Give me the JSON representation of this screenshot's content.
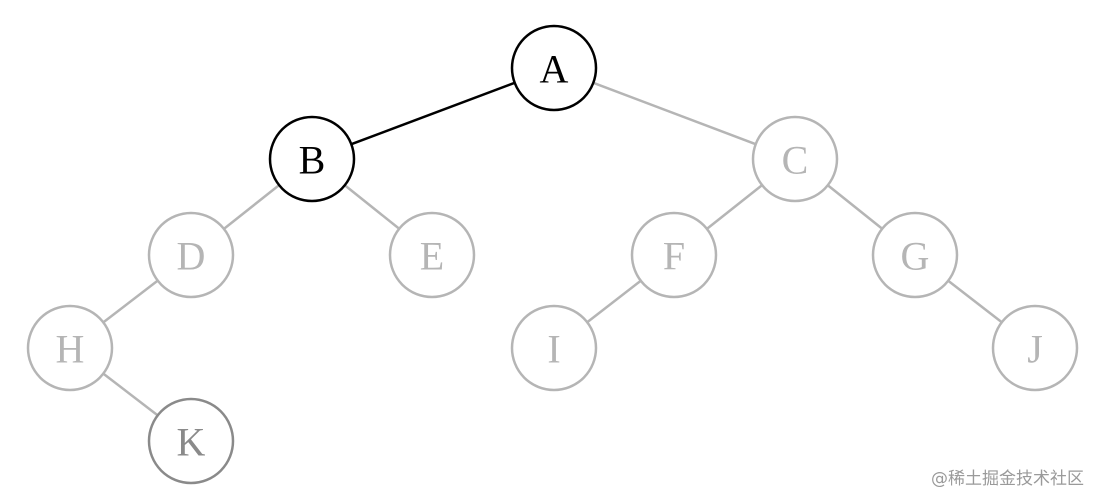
{
  "tree": {
    "nodes": [
      {
        "id": "A",
        "label": "A",
        "state": "active"
      },
      {
        "id": "B",
        "label": "B",
        "state": "active"
      },
      {
        "id": "C",
        "label": "C",
        "state": "dim"
      },
      {
        "id": "D",
        "label": "D",
        "state": "dim"
      },
      {
        "id": "E",
        "label": "E",
        "state": "dim"
      },
      {
        "id": "F",
        "label": "F",
        "state": "dim"
      },
      {
        "id": "G",
        "label": "G",
        "state": "dim"
      },
      {
        "id": "H",
        "label": "H",
        "state": "dim"
      },
      {
        "id": "I",
        "label": "I",
        "state": "dim"
      },
      {
        "id": "J",
        "label": "J",
        "state": "dim"
      },
      {
        "id": "K",
        "label": "K",
        "state": "mid"
      }
    ],
    "edges": [
      {
        "from": "A",
        "to": "B",
        "state": "active"
      },
      {
        "from": "A",
        "to": "C",
        "state": "dim"
      },
      {
        "from": "B",
        "to": "D",
        "state": "dim"
      },
      {
        "from": "B",
        "to": "E",
        "state": "dim"
      },
      {
        "from": "C",
        "to": "F",
        "state": "dim"
      },
      {
        "from": "C",
        "to": "G",
        "state": "dim"
      },
      {
        "from": "D",
        "to": "H",
        "state": "dim"
      },
      {
        "from": "F",
        "to": "I",
        "state": "dim"
      },
      {
        "from": "G",
        "to": "J",
        "state": "dim"
      },
      {
        "from": "H",
        "to": "K",
        "state": "dim"
      }
    ]
  },
  "colors": {
    "active": "#000000",
    "dim": "#b5b5b5",
    "mid": "#8a8a8a"
  },
  "watermark": "@稀土掘金技术社区"
}
